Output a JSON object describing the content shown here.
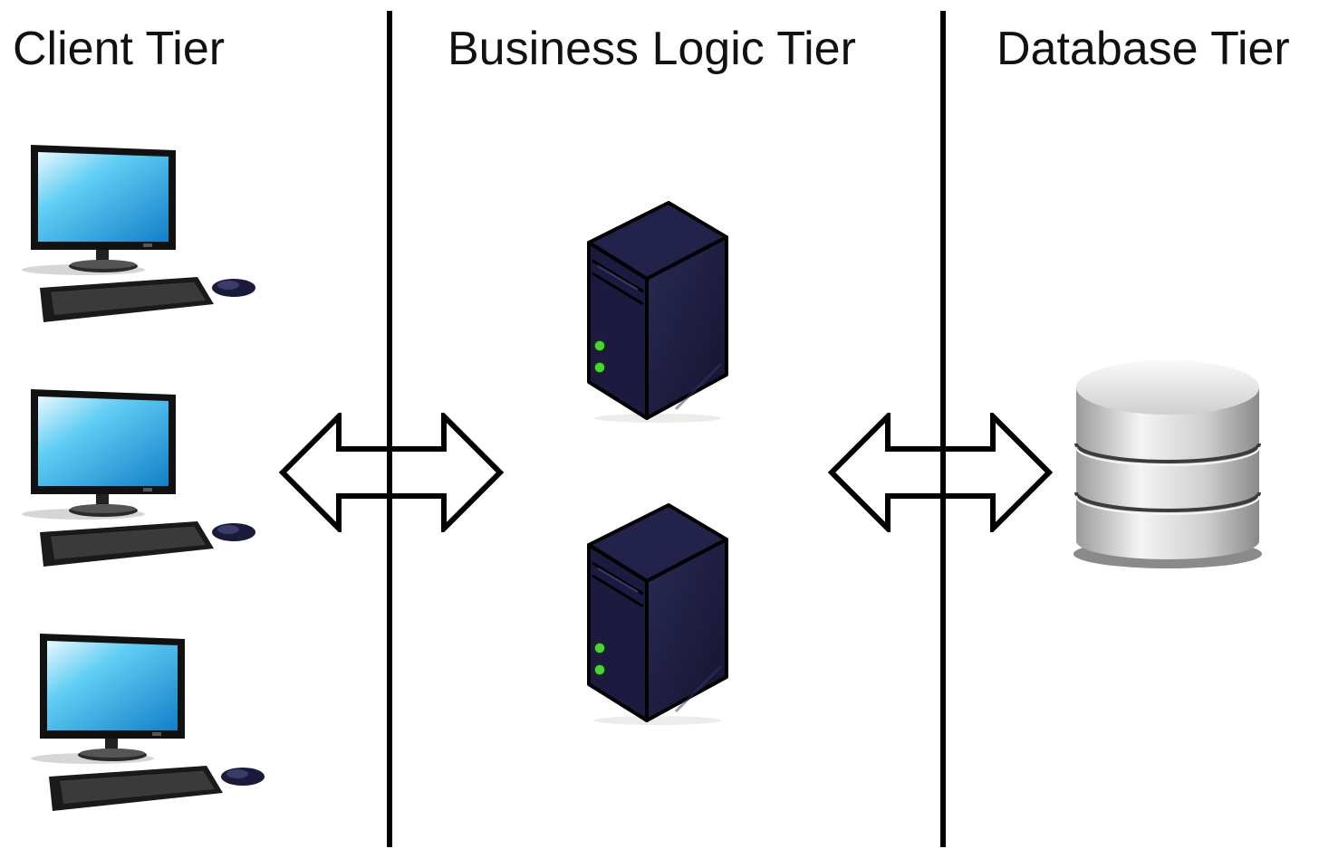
{
  "tiers": [
    {
      "title": "Client Tier"
    },
    {
      "title": "Business Logic Tier"
    },
    {
      "title": "Database Tier"
    }
  ],
  "icons": {
    "clients": [
      "desktop-computer-icon",
      "desktop-computer-icon",
      "desktop-computer-icon"
    ],
    "servers": [
      "server-tower-icon",
      "server-tower-icon"
    ],
    "database": "database-cylinder-icon",
    "arrows": [
      "double-headed-arrow-icon",
      "double-headed-arrow-icon"
    ]
  },
  "colors": {
    "divider": "#000000",
    "screen": "#1e9ee0",
    "server": "#1c1b3f",
    "led": "#4cd33a",
    "database": "#b8b8b8"
  }
}
